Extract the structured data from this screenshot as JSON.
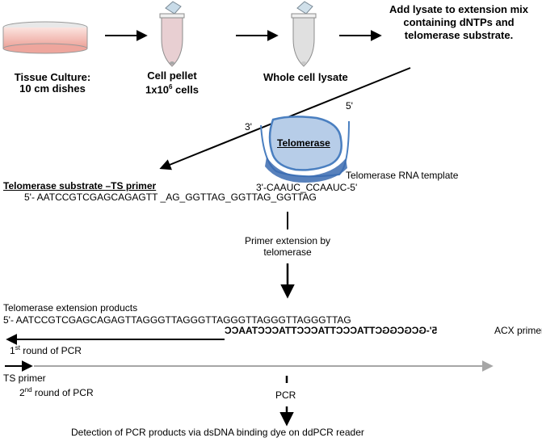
{
  "steps": {
    "tissue_culture": "Tissue Culture: 10 cm dishes",
    "cell_pellet_prefix": "Cell pellet",
    "cell_pellet_count": "1x10",
    "cell_pellet_exp": "6",
    "cell_pellet_suffix": " cells",
    "whole_cell_lysate": "Whole cell lysate",
    "add_lysate": "Add lysate to extension mix containing dNTPs and telomerase substrate."
  },
  "telomerase": {
    "enzyme_label": "Telomerase",
    "three_prime": "3'",
    "five_prime": "5'",
    "rna_template_label": "Telomerase RNA template",
    "rna_template_seq": "3'-CAAUC_CCAAUC-5'"
  },
  "substrate": {
    "title": "Telomerase substrate –TS primer",
    "sequence": "5'- AATCCGTCGAGCAGAGTT _AG_GGTTAG_GGTTAG_GGTTAG"
  },
  "extension": {
    "label": "Primer extension by telomerase"
  },
  "products": {
    "title": "Telomerase extension products",
    "sequence": "5'- AATCCGTCGAGCAGAGTTAGGGTTAGGGTTAGGGTTAGGGTTAGGGTTAG",
    "acx_sequence": "5'-GCGCGGCTTACCCTTACCCTTACCCTAACC",
    "acx_label": "ACX primer"
  },
  "pcr": {
    "round1_num": "1",
    "round1_sup": "st",
    "round1_rest": " round of PCR",
    "ts_primer": "TS primer",
    "round2_num": "2",
    "round2_sup": "nd",
    "round2_rest": "  round of PCR",
    "pcr_label": "PCR",
    "detection": "Detection of PCR products via dsDNA binding dye on ddPCR reader"
  },
  "colors": {
    "dish_fill": "#f2b5ad",
    "tube_pellet": "#e6c9cc",
    "tube_lysate": "#d8d8d8",
    "telomerase_fill": "#b7cde8",
    "telomerase_stroke": "#4a7fc0",
    "template_band": "#3b6bb0",
    "arrow_black": "#000000",
    "arrow_gray": "#a6a6a6"
  }
}
